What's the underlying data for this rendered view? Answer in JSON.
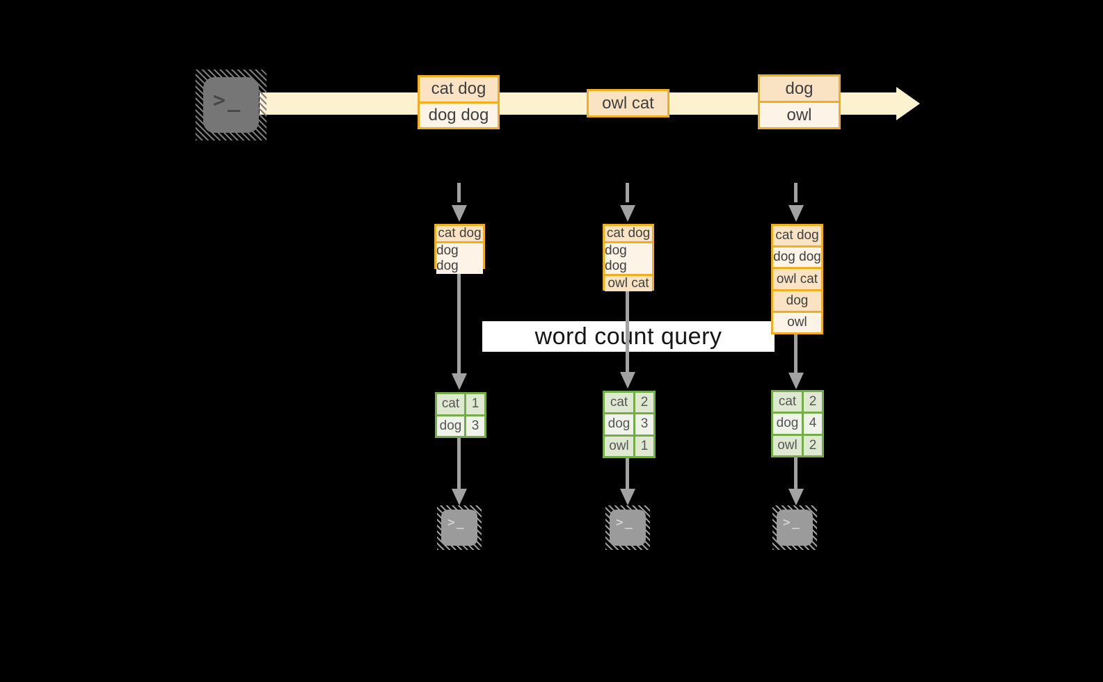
{
  "query_label": "word count query",
  "terminal_glyph": ">_",
  "stream": {
    "batch1": {
      "row1": "cat dog",
      "row2": "dog dog"
    },
    "batch2": {
      "row1": "owl cat"
    },
    "batch3": {
      "row1": "dog",
      "row2": "owl"
    }
  },
  "columns": [
    {
      "stack": [
        "cat dog",
        "dog dog"
      ],
      "table": [
        {
          "word": "cat",
          "count": "1"
        },
        {
          "word": "dog",
          "count": "3"
        }
      ]
    },
    {
      "stack": [
        "cat dog",
        "dog dog",
        "owl cat"
      ],
      "table": [
        {
          "word": "cat",
          "count": "2"
        },
        {
          "word": "dog",
          "count": "3"
        },
        {
          "word": "owl",
          "count": "1"
        }
      ]
    },
    {
      "stack": [
        "cat dog",
        "dog dog",
        "owl cat",
        "dog",
        "owl"
      ],
      "table": [
        {
          "word": "cat",
          "count": "2"
        },
        {
          "word": "dog",
          "count": "4"
        },
        {
          "word": "owl",
          "count": "2"
        }
      ]
    }
  ],
  "colors": {
    "background": "#000000",
    "stream_band": "#fcf2cf",
    "orange_border": "#f0ad1e",
    "peach_dark": "#fae3c3",
    "peach_light": "#fdf3e6",
    "green_border": "#74ad48",
    "green_cell_dark": "#dfe9d2",
    "green_cell_light": "#eff3e9",
    "arrow_gray": "#a2a2a2",
    "text_dark": "#3f3f3f",
    "label_bg": "#ffffff"
  }
}
